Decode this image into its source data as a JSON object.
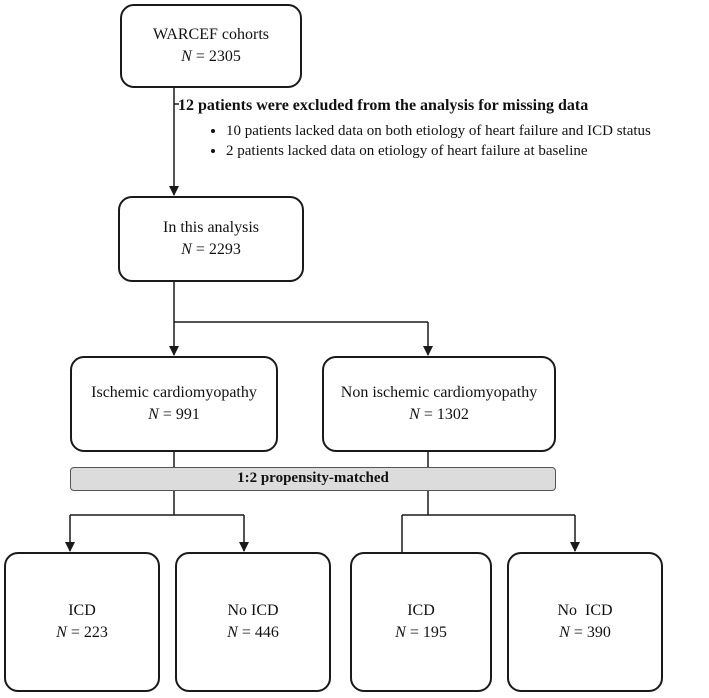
{
  "nodes": {
    "top": {
      "label": "WARCEF cohorts",
      "n_prefix": "N",
      "n_value": "= 2305"
    },
    "analysis": {
      "label": "In this analysis",
      "n_prefix": "N",
      "n_value": "= 2293"
    },
    "ischemic": {
      "label": "Ischemic cardiomyopathy",
      "n_prefix": "N",
      "n_value": "= 991"
    },
    "nonischemic": {
      "label": "Non ischemic cardiomyopathy",
      "n_prefix": "N",
      "n_value": "= 1302"
    },
    "icd1": {
      "label": "ICD",
      "n_prefix": "N",
      "n_value": "= 223"
    },
    "noicd1": {
      "label": "No ICD",
      "n_prefix": "N",
      "n_value": "= 446"
    },
    "icd2": {
      "label": "ICD",
      "n_prefix": "N",
      "n_value": "= 195"
    },
    "noicd2": {
      "label": "No  ICD",
      "n_prefix": "N",
      "n_value": "= 390"
    }
  },
  "exclusion": {
    "title": "12 patients were excluded from the analysis for missing data",
    "items": [
      "10 patients lacked data on both etiology of heart failure and ICD status",
      "2 patients lacked data on etiology of heart failure at baseline"
    ]
  },
  "matching": {
    "label": "1:2 propensity-matched"
  },
  "colors": {
    "stroke": "#1a1a1a",
    "band_fill": "#dcdcdc"
  }
}
